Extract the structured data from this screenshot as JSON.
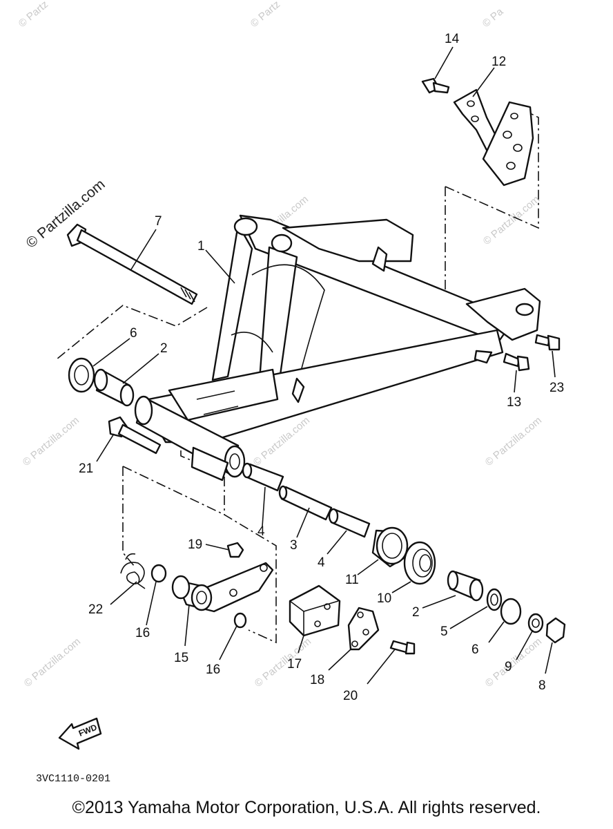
{
  "watermark": {
    "text": "© Partzilla.com",
    "short": "© Partz",
    "short_end": "© Pa"
  },
  "diagram_code": "3VC1110-0201",
  "fwd_label": "FWD",
  "copyright": "©2013 Yamaha Motor Corporation, U.S.A. All rights reserved.",
  "callouts": {
    "c1": "1",
    "c2a": "2",
    "c2b": "2",
    "c3": "3",
    "c4a": "4",
    "c4b": "4",
    "c5": "5",
    "c6a": "6",
    "c6b": "6",
    "c7": "7",
    "c8": "8",
    "c9": "9",
    "c10": "10",
    "c11": "11",
    "c12": "12",
    "c13": "13",
    "c14": "14",
    "c15": "15",
    "c16a": "16",
    "c16b": "16",
    "c17": "17",
    "c18": "18",
    "c19": "19",
    "c20": "20",
    "c21": "21",
    "c22": "22",
    "c23": "23"
  }
}
